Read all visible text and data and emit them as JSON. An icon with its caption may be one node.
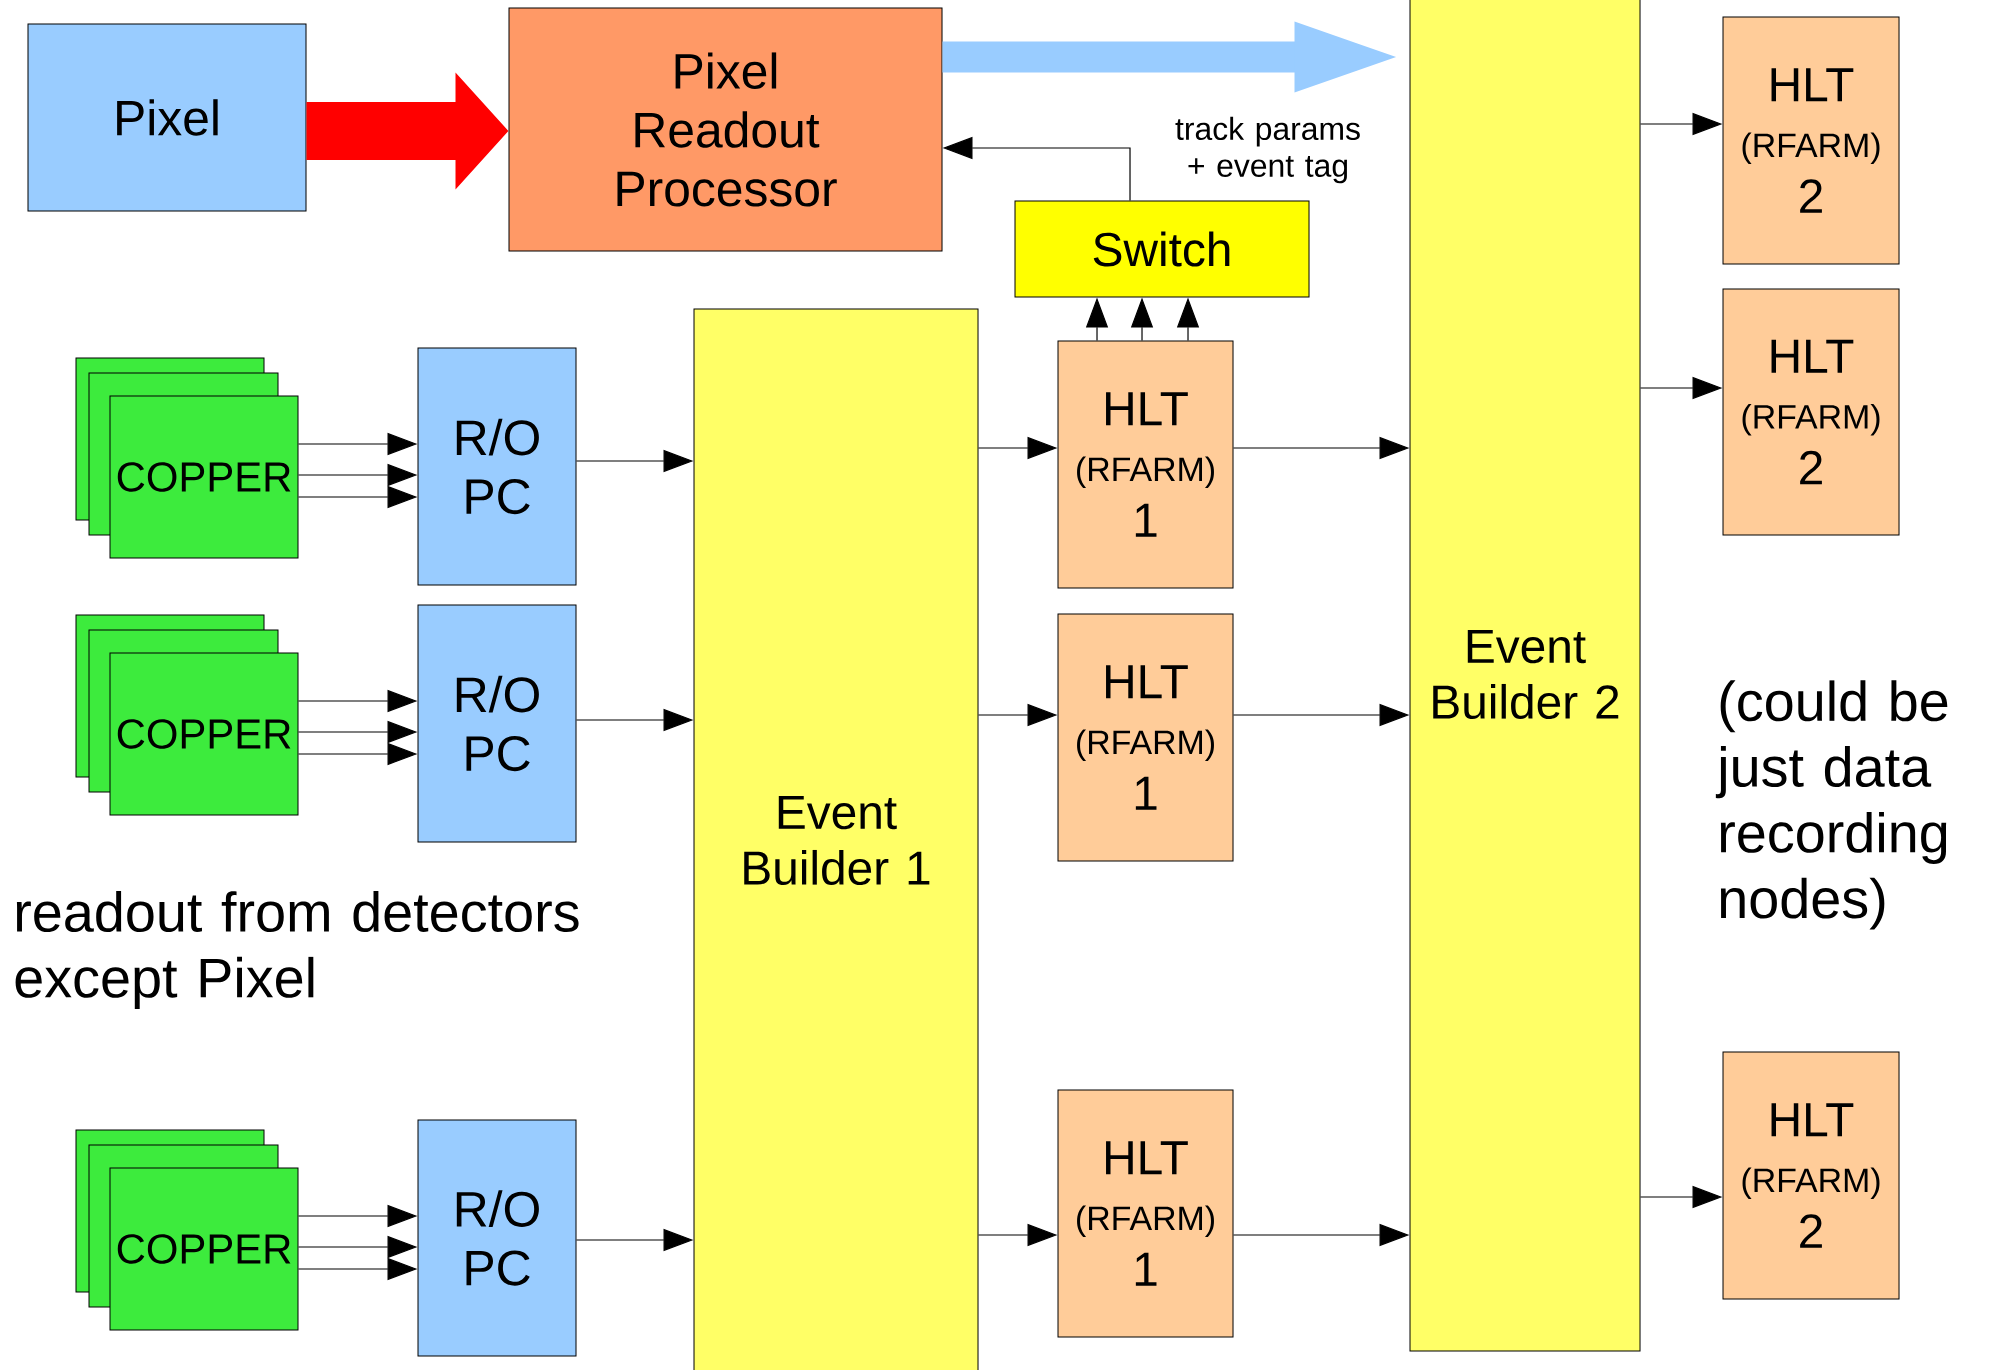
{
  "diagram": {
    "nodes": [
      {
        "text": [
          "Pixel"
        ]
      },
      {
        "text": [
          "Pixel Readout Processor"
        ]
      },
      {
        "text": [
          "Event Builder 2"
        ]
      },
      {
        "text": [
          "HLT",
          "(RFARM)",
          "2"
        ]
      },
      {
        "text": [
          "Switch"
        ]
      },
      {
        "text": [
          "HLT",
          "(RFARM)",
          "2"
        ]
      },
      {
        "text": [
          "Event Builder 1"
        ]
      },
      {
        "text": [
          "HLT",
          "(RFARM)",
          "1"
        ]
      },
      {
        "text": [],
        "shape": "box"
      },
      {
        "text": [],
        "shape": "box"
      },
      {
        "text": [
          "COPPER"
        ]
      },
      {
        "text": [
          "R/O PC"
        ]
      },
      {
        "text": [
          "HLT",
          "(RFARM)",
          "1"
        ]
      },
      {
        "text": [],
        "shape": "box"
      },
      {
        "text": [],
        "shape": "box"
      },
      {
        "text": [
          "COPPER"
        ]
      },
      {
        "text": [
          "R/O PC"
        ]
      },
      {
        "text": [],
        "shape": "box"
      },
      {
        "text": [],
        "shape": "box"
      },
      {
        "text": [
          "COPPER"
        ]
      },
      {
        "text": [
          "R/O PC"
        ]
      },
      {
        "text": [
          "HLT",
          "(RFARM)",
          "1"
        ]
      },
      {
        "text": [
          "HLT",
          "(RFARM)",
          "2"
        ]
      }
    ],
    "edges": [
      {
        "from": 0,
        "to": 1,
        "arrow": "to",
        "style": "thick",
        "color": "#ff0000"
      },
      {
        "from": 1,
        "to": 2,
        "arrow": "to",
        "style": "thick",
        "color": "#99ccff"
      },
      {
        "from": 4,
        "to": 1,
        "arrow": "to",
        "label": "track params + event tag"
      },
      {
        "from": 7,
        "to": 4,
        "arrow": "to"
      },
      {
        "from": 7,
        "to": 4,
        "arrow": "to"
      },
      {
        "from": 7,
        "to": 4,
        "arrow": "to"
      },
      {
        "from": 10,
        "to": 11,
        "arrow": "to"
      },
      {
        "from": 10,
        "to": 11,
        "arrow": "to"
      },
      {
        "from": 10,
        "to": 11,
        "arrow": "to"
      },
      {
        "from": 11,
        "to": 6,
        "arrow": "to"
      },
      {
        "from": 15,
        "to": 16,
        "arrow": "to"
      },
      {
        "from": 15,
        "to": 16,
        "arrow": "to"
      },
      {
        "from": 15,
        "to": 16,
        "arrow": "to"
      },
      {
        "from": 16,
        "to": 6,
        "arrow": "to"
      },
      {
        "from": 19,
        "to": 20,
        "arrow": "to"
      },
      {
        "from": 19,
        "to": 20,
        "arrow": "to"
      },
      {
        "from": 19,
        "to": 20,
        "arrow": "to"
      },
      {
        "from": 20,
        "to": 6,
        "arrow": "to"
      },
      {
        "from": 6,
        "to": 7,
        "arrow": "to"
      },
      {
        "from": 6,
        "to": 12,
        "arrow": "to"
      },
      {
        "from": 6,
        "to": 21,
        "arrow": "to"
      },
      {
        "from": 7,
        "to": 2,
        "arrow": "to"
      },
      {
        "from": 12,
        "to": 2,
        "arrow": "to"
      },
      {
        "from": 21,
        "to": 2,
        "arrow": "to"
      },
      {
        "from": 2,
        "to": 3,
        "arrow": "to"
      },
      {
        "from": 2,
        "to": 5,
        "arrow": "to"
      },
      {
        "from": 2,
        "to": 22,
        "arrow": "to"
      }
    ],
    "labels": [
      "readout from detectors except Pixel",
      "(could be just data recording nodes)"
    ]
  }
}
